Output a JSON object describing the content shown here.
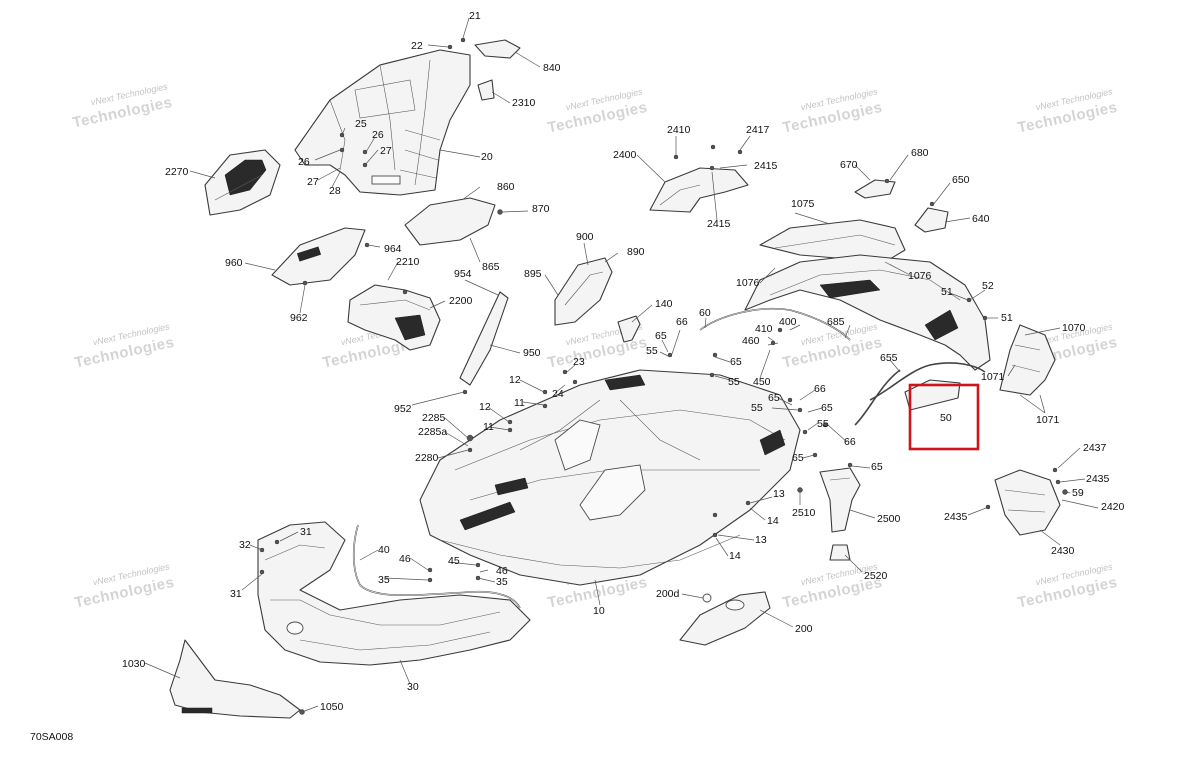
{
  "figure_id": "70SA008",
  "watermark": {
    "brand": "vNext",
    "line1": "vNext Technologies",
    "line2": "Technologies"
  },
  "highlight_callout": "50",
  "callouts": [
    "21",
    "22",
    "840",
    "2310",
    "25",
    "26",
    "26",
    "27",
    "27",
    "28",
    "20",
    "2270",
    "2410",
    "2417",
    "2400",
    "2415",
    "2415",
    "670",
    "680",
    "650",
    "640",
    "1075",
    "860",
    "870",
    "865",
    "964",
    "960",
    "2210",
    "962",
    "2200",
    "954",
    "950",
    "900",
    "890",
    "895",
    "140",
    "1076",
    "1076",
    "52",
    "51",
    "51",
    "1070",
    "1071",
    "1071",
    "60",
    "66",
    "65",
    "55",
    "65",
    "55",
    "410",
    "400",
    "685",
    "460",
    "450",
    "655",
    "23",
    "24",
    "12",
    "11",
    "12",
    "11",
    "952",
    "2285",
    "2285a",
    "2280",
    "66",
    "65",
    "55",
    "65",
    "55",
    "66",
    "65",
    "65",
    "50",
    "2437",
    "2435",
    "59",
    "2420",
    "2435",
    "2430",
    "13",
    "14",
    "13",
    "14",
    "2510",
    "2500",
    "2520",
    "32",
    "31",
    "31",
    "40",
    "46",
    "45",
    "46",
    "35",
    "35",
    "10",
    "200d",
    "200",
    "30",
    "1030",
    "1050"
  ]
}
